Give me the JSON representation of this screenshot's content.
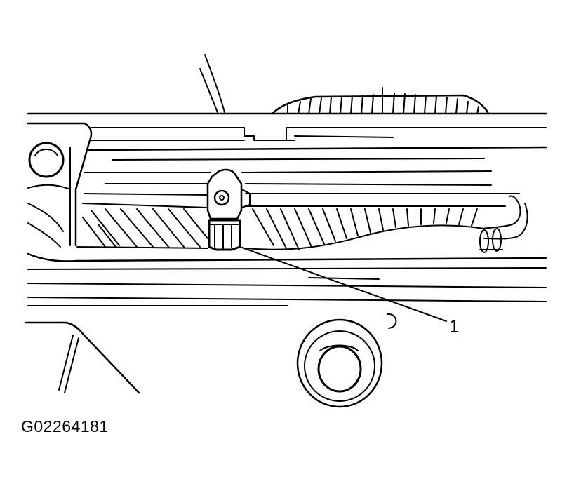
{
  "diagram": {
    "callouts": [
      {
        "label": "1",
        "target": "connector"
      }
    ],
    "figure_id": "G02264181",
    "colors": {
      "ink": "#000000",
      "background": "#ffffff"
    }
  }
}
